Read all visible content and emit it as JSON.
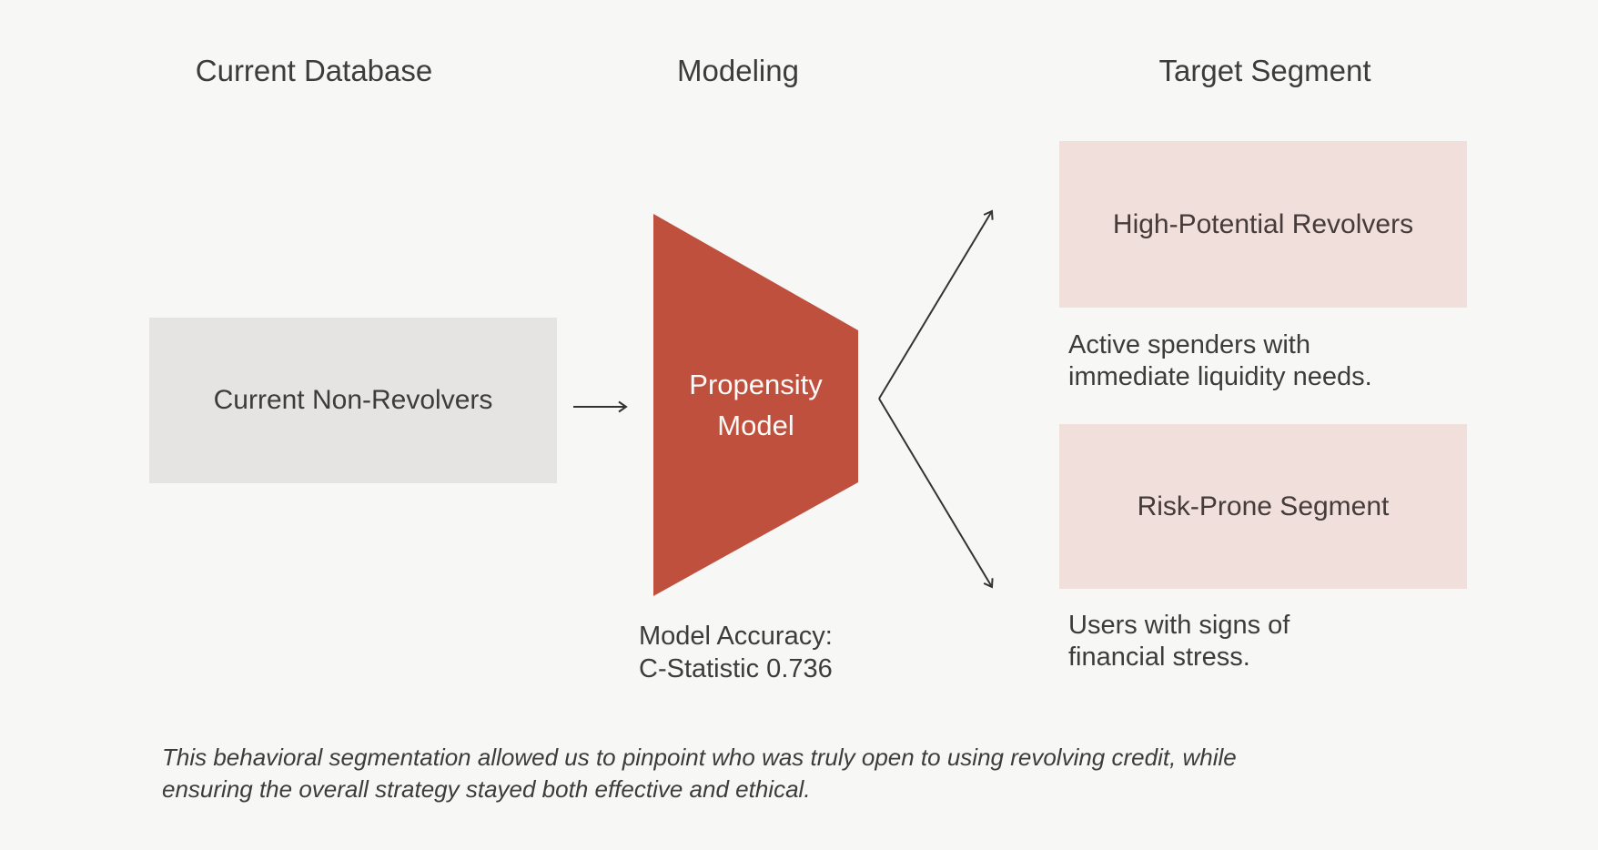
{
  "colors": {
    "background": "#F7F7F6",
    "source_box": "#E5E4E2",
    "segment_box": "#F0DFDB",
    "model_shape": "#C0503E",
    "text_dark": "#3C3C3C",
    "model_label_text": "#FBFAF9",
    "arrow": "#333333"
  },
  "headers": {
    "current_database": "Current Database",
    "modeling": "Modeling",
    "target_segment": "Target Segment"
  },
  "source_box": {
    "label": "Current Non-Revolvers"
  },
  "model": {
    "shape_label": "Propensity Model",
    "accuracy_label": "Model Accuracy:",
    "accuracy_value": "C-Statistic 0.736"
  },
  "segments": [
    {
      "title": "High-Potential Revolvers",
      "description": "Active spenders with immediate liquidity needs."
    },
    {
      "title": "Risk-Prone Segment",
      "description": "Users with signs of financial stress."
    }
  ],
  "footer": {
    "line1": "This behavioral segmentation allowed us to pinpoint who was truly open to using revolving credit, while",
    "line2": "ensuring the overall strategy stayed both effective and ethical."
  }
}
